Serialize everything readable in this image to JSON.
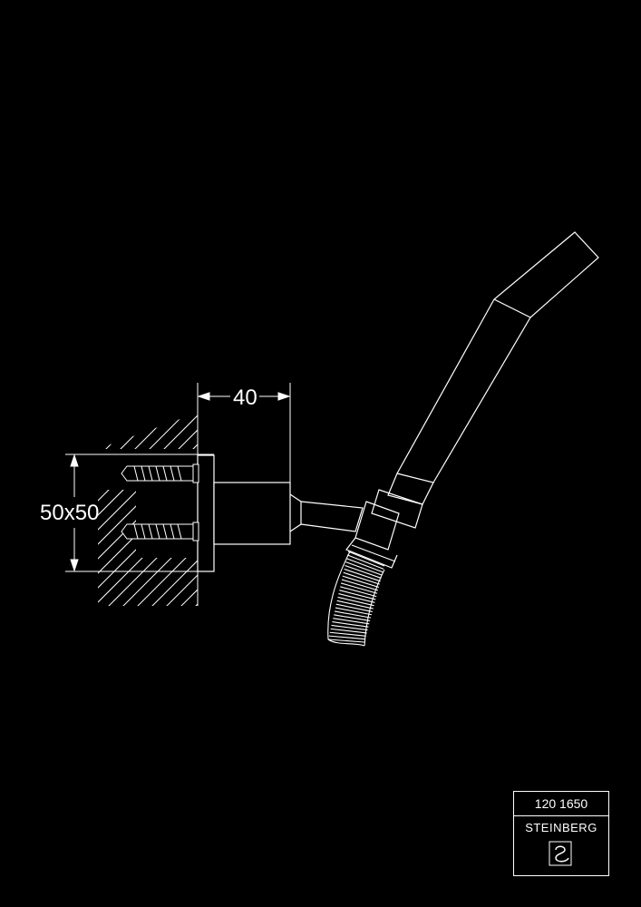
{
  "dimensions": {
    "depth": "40",
    "rosette_size": "50x50"
  },
  "title_block": {
    "article_number": "120 1650",
    "brand": "STEINBERG"
  },
  "colors": {
    "background": "#000000",
    "lines": "#ffffff"
  }
}
